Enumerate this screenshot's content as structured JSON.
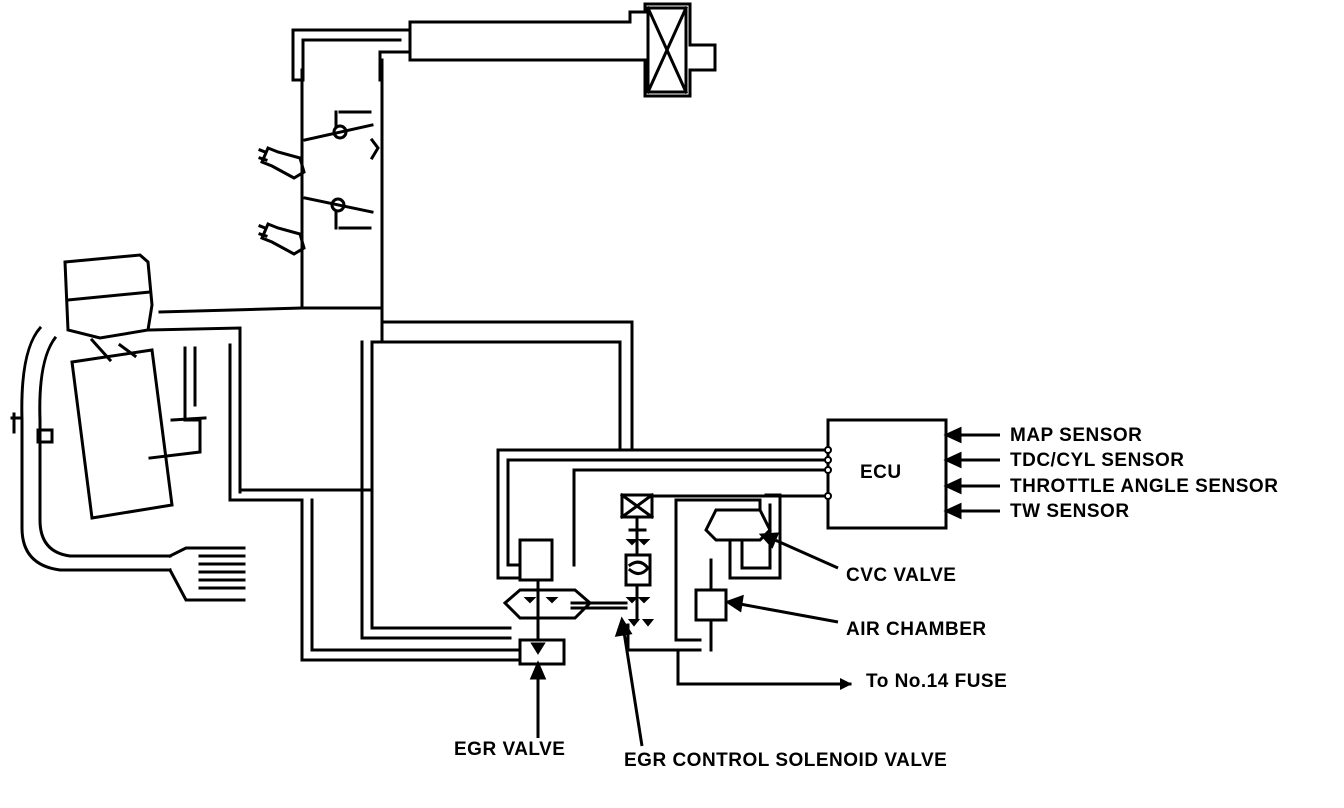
{
  "labels": {
    "ecu": "ECU",
    "map_sensor": "MAP SENSOR",
    "tdc_cyl_sensor": "TDC/CYL SENSOR",
    "throttle_angle_sensor": "THROTTLE ANGLE SENSOR",
    "tw_sensor": "TW SENSOR",
    "cvc_valve": "CVC VALVE",
    "air_chamber": "AIR CHAMBER",
    "fuse": "To No.14 FUSE",
    "egr_valve": "EGR VALVE",
    "egr_control_solenoid": "EGR CONTROL SOLENOID VALVE"
  },
  "colors": {
    "ink": "#000000",
    "paper": "#ffffff"
  }
}
